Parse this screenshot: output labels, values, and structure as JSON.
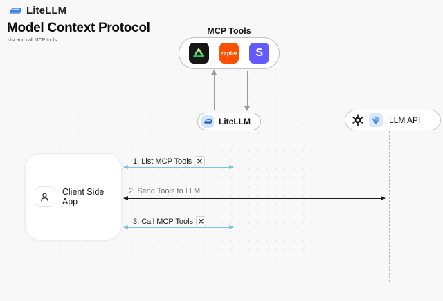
{
  "colors": {
    "bg": "#f8f8f8",
    "ink": "#111111",
    "dot": "#e3e3e3",
    "node-border": "#c2c2c2",
    "arrow-blue": "#79c6ea",
    "arrow-black": "#1c1c1c",
    "gray-arrow": "#9b9b9b",
    "dashed": "#b2b2b2",
    "zapier-orange": "#ff4f00",
    "stripe-purple": "#635bff",
    "logo-blue-bg": "#cfe8fb",
    "provider-blue-bg": "#dbeafe",
    "tool-green": "#22c55e",
    "litellm-blue": "#3b82f6"
  },
  "header": {
    "brand": "LiteLLM",
    "title": "Model Context Protocol",
    "subtitle": "List and call MCP tools"
  },
  "mcp": {
    "label": "MCP Tools",
    "zapier_label": "zapier",
    "stripe_label": "S"
  },
  "nodes": {
    "litellm": "LiteLLM",
    "llm_api": "LLM API",
    "client": "Client Side App"
  },
  "flows": [
    {
      "label": "1. List MCP Tools",
      "tool_icon": true
    },
    {
      "label": "2. Send Tools to LLM",
      "tool_icon": false
    },
    {
      "label": "3. Call MCP Tools",
      "tool_icon": true
    }
  ]
}
